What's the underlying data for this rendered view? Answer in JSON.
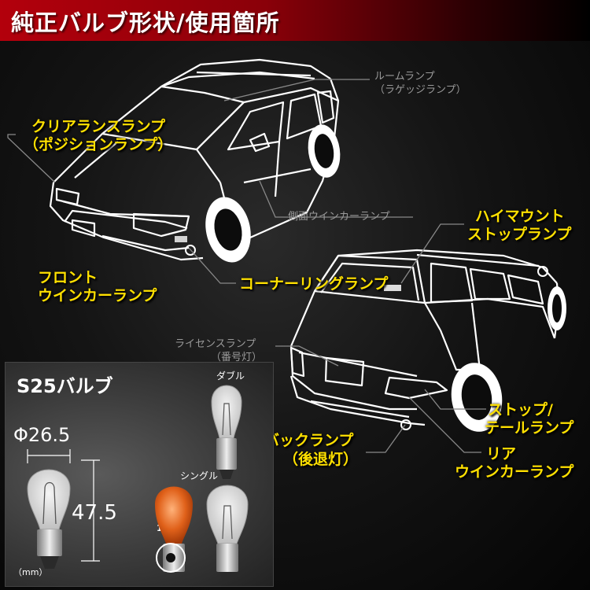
{
  "header": {
    "title": "純正バルブ形状/使用箇所"
  },
  "labels": {
    "room_lamp": "ルームランプ",
    "room_lamp_sub": "（ラゲッジランプ）",
    "clearance_lamp": "クリアランスランプ",
    "clearance_lamp_sub": "（ポジションランプ）",
    "side_winker": "側面ウインカーランプ",
    "high_mount_line1": "ハイマウント",
    "high_mount_line2": "ストップランプ",
    "front_winker_line1": "フロント",
    "front_winker_line2": "ウインカーランプ",
    "cornering_lamp": "コーナーリングランプ",
    "license_lamp": "ライセンスランプ",
    "license_lamp_sub": "（番号灯）",
    "stop_tail_line1": "ストップ/",
    "stop_tail_line2": "テールランプ",
    "back_lamp_line1": "バックランプ",
    "back_lamp_line2": "（後退灯）",
    "rear_winker_line1": "リア",
    "rear_winker_line2": "ウインカーランプ"
  },
  "bulb_panel": {
    "title": "S25バルブ",
    "diameter": "Φ26.5",
    "height": "47.5",
    "unit": "（mm）",
    "double": "ダブル",
    "single": "シングル",
    "angle": "150°"
  },
  "colors": {
    "header_red": "#b3000c",
    "label_yellow": "#ffe000",
    "outline_white": "#ffffff",
    "amber_bulb": "#e06a1c"
  }
}
